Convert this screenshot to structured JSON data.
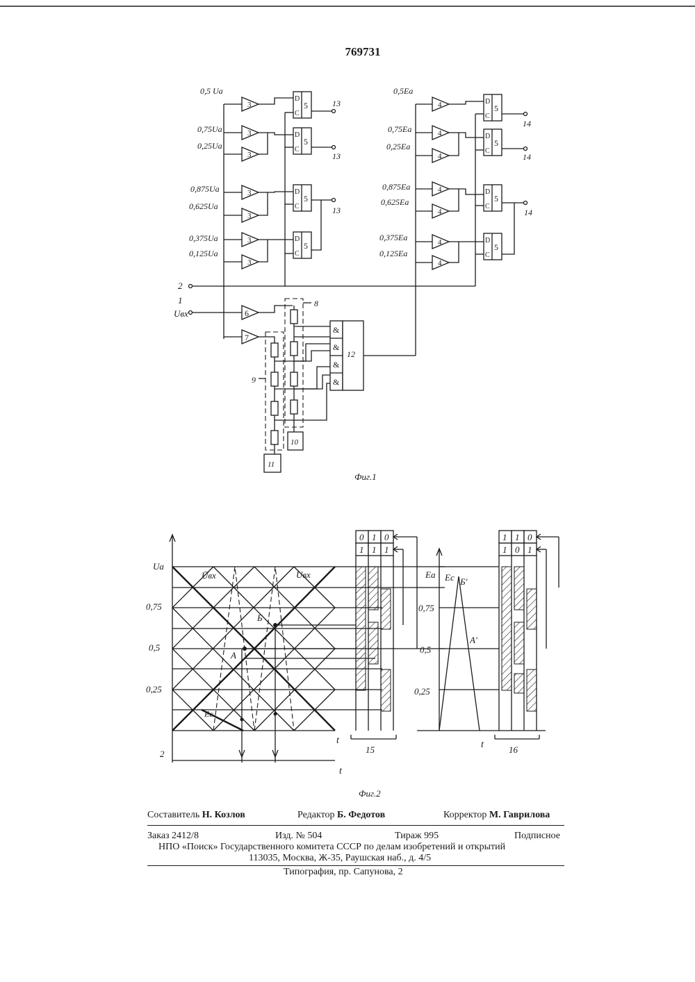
{
  "patent_number": "769731",
  "fig1": {
    "caption": "Фиг.1",
    "u_levels": [
      "0,5 Uа",
      "0,75Uа",
      "0,25Uа",
      "0,875Uа",
      "0,625Uа",
      "0,375Uа",
      "0,125Uа"
    ],
    "e_levels": [
      "0,5Eа",
      "0,75Eа",
      "0,25Eа",
      "0,875Eа",
      "0,625Eа",
      "0,375Eа",
      "0,125Eа"
    ],
    "comparator_u_label": "3",
    "comparator_e_label": "4",
    "trigger_label": "5",
    "trigger_d": "D",
    "trigger_c": "C",
    "output_u": "13",
    "output_e": "14",
    "terminal_1": "1",
    "terminal_2": "2",
    "input_label": "Uвх",
    "amp_6": "6",
    "amp_7": "7",
    "block_8": "8",
    "block_9": "9",
    "block_10": "10",
    "block_11": "11",
    "block_12": "12",
    "and_gate": "&"
  },
  "fig2": {
    "caption": "Фиг.2",
    "ua": "Uа",
    "levels": [
      "0,75",
      "0,5",
      "0,25"
    ],
    "label_2": "2",
    "ubx_bar": "Ūвх",
    "ubx": "Uвх",
    "point_a": "А",
    "point_b": "Б",
    "ec": "Еc",
    "t": "t",
    "group_15": "15",
    "code_15": [
      [
        "0",
        "1",
        "0"
      ],
      [
        "1",
        "1",
        "1"
      ]
    ],
    "ea": "Еа",
    "ec2": "Еc",
    "point_b2": "Б'",
    "point_a2": "А'",
    "group_16": "16",
    "code_16": [
      [
        "1",
        "1",
        "0"
      ],
      [
        "1",
        "0",
        "1"
      ]
    ]
  },
  "footer": {
    "compiler": "Составитель",
    "compiler_name": "Н. Козлов",
    "editor": "Редактор",
    "editor_name": "Б. Федотов",
    "corrector": "Корректор",
    "corrector_name": "М. Гаврилова",
    "order": "Заказ 2412/8",
    "edition": "Изд. № 504",
    "print_run": "Тираж 995",
    "subscription": "Подписное",
    "org": "НПО «Поиск» Государственного комитета СССР по делам изобретений и открытий",
    "address": "113035, Москва, Ж-35, Раушская наб., д. 4/5",
    "printing": "Типография, пр. Сапунова, 2"
  }
}
